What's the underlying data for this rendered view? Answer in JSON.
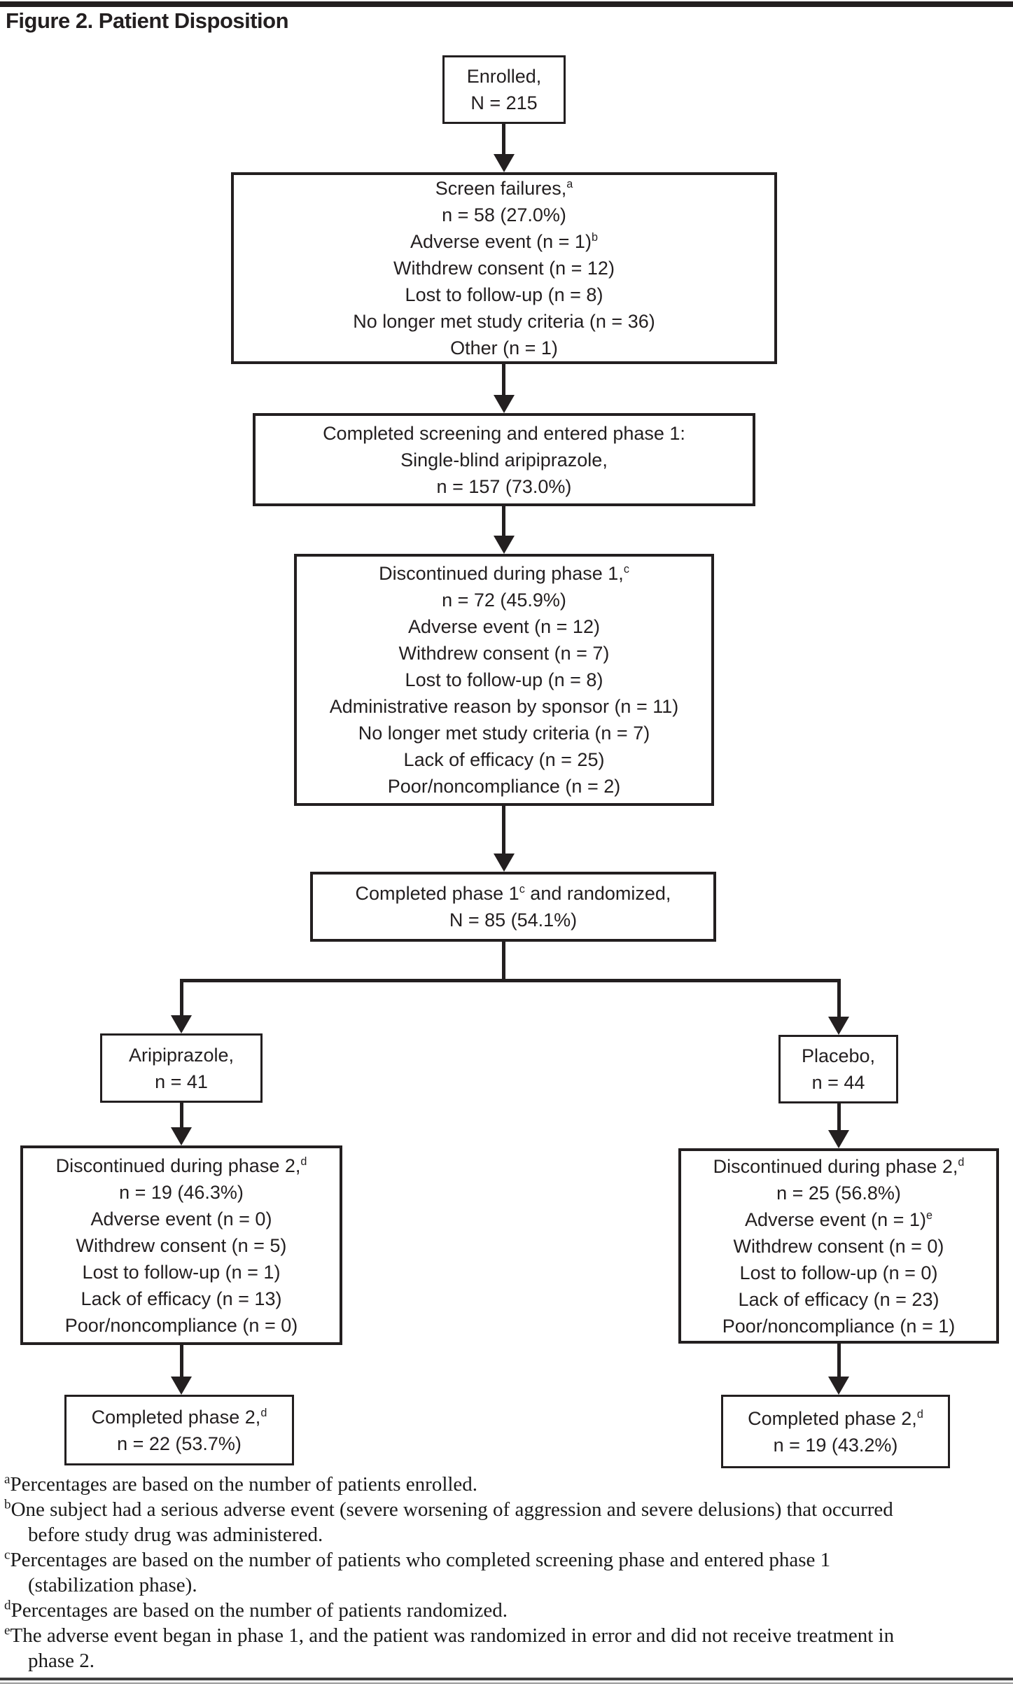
{
  "title": "Figure 2. Patient Disposition",
  "colors": {
    "ink": "#231f20",
    "rule_dark": "#3f3f3f",
    "rule_light": "#979797"
  },
  "flowchart": {
    "boxes": {
      "enrolled": {
        "lines": [
          "Enrolled,",
          "N = 215"
        ]
      },
      "screen_failures": {
        "lines": [
          "Screen failures,^a",
          "n = 58 (27.0%)",
          "Adverse event (n = 1)^b",
          "Withdrew consent (n = 12)",
          "Lost to follow-up (n = 8)",
          "No longer met study criteria (n = 36)",
          "Other (n = 1)"
        ]
      },
      "completed_screening": {
        "lines": [
          "Completed screening and entered phase 1:",
          "Single-blind aripiprazole,",
          "n = 157 (73.0%)"
        ]
      },
      "discontinued_phase1": {
        "lines": [
          "Discontinued during phase 1,^c",
          "n = 72 (45.9%)",
          "Adverse event (n = 12)",
          "Withdrew consent (n = 7)",
          "Lost to follow-up (n = 8)",
          "Administrative reason by sponsor (n = 11)",
          "No longer met study criteria (n = 7)",
          "Lack of efficacy (n = 25)",
          "Poor/noncompliance (n = 2)"
        ]
      },
      "randomized": {
        "lines": [
          "Completed phase 1^c and randomized,",
          "N = 85 (54.1%)"
        ]
      },
      "aripiprazole": {
        "lines": [
          "Aripiprazole,",
          "n = 41"
        ]
      },
      "placebo": {
        "lines": [
          "Placebo,",
          "n = 44"
        ]
      },
      "discontinued_phase2_aripiprazole": {
        "lines": [
          "Discontinued during phase 2,^d",
          "n = 19 (46.3%)",
          "Adverse event (n = 0)",
          "Withdrew consent (n = 5)",
          "Lost to follow-up (n = 1)",
          "Lack of efficacy (n = 13)",
          "Poor/noncompliance (n = 0)"
        ]
      },
      "discontinued_phase2_placebo": {
        "lines": [
          "Discontinued during phase 2,^d",
          "n = 25 (56.8%)",
          "Adverse event (n = 1)^e",
          "Withdrew consent (n = 0)",
          "Lost to follow-up (n = 0)",
          "Lack of efficacy (n = 23)",
          "Poor/noncompliance (n = 1)"
        ]
      },
      "completed_phase2_aripiprazole": {
        "lines": [
          "Completed phase 2,^d",
          "n = 22 (53.7%)"
        ]
      },
      "completed_phase2_placebo": {
        "lines": [
          "Completed phase 2,^d",
          "n = 19 (43.2%)"
        ]
      }
    }
  },
  "footnotes": {
    "items": [
      {
        "marker": "a",
        "text": "Percentages are based on the number of patients enrolled."
      },
      {
        "marker": "b",
        "text": "One subject had a serious adverse event (severe worsening of aggression and severe delusions) that occurred before study drug was administered."
      },
      {
        "marker": "c",
        "text": "Percentages are based on the number of patients who completed screening phase and entered phase 1 (stabilization phase)."
      },
      {
        "marker": "d",
        "text": "Percentages are based on the number of patients randomized."
      },
      {
        "marker": "e",
        "text": "The adverse event began in phase 1, and the patient was randomized in error and did not receive treatment in phase 2."
      }
    ]
  }
}
